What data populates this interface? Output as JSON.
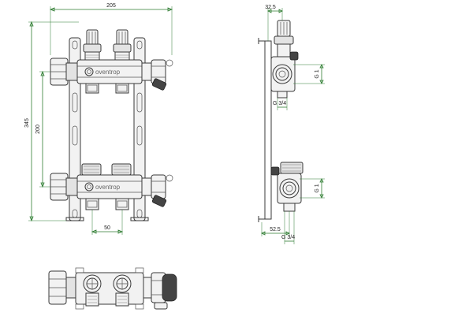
{
  "brand": "oventrop",
  "dimensions": {
    "overall_width": "205",
    "overall_height": "345",
    "inlet_spacing": "200",
    "outlet_pitch": "50",
    "side_depth_top": "32.5",
    "side_depth_bottom": "52.5",
    "port_thread": "G 1",
    "outlet_thread": "G 3/4"
  },
  "colors": {
    "line": "#3a3a3a",
    "dimension": "#2f7d32",
    "body_fill": "#f2f2f2"
  }
}
